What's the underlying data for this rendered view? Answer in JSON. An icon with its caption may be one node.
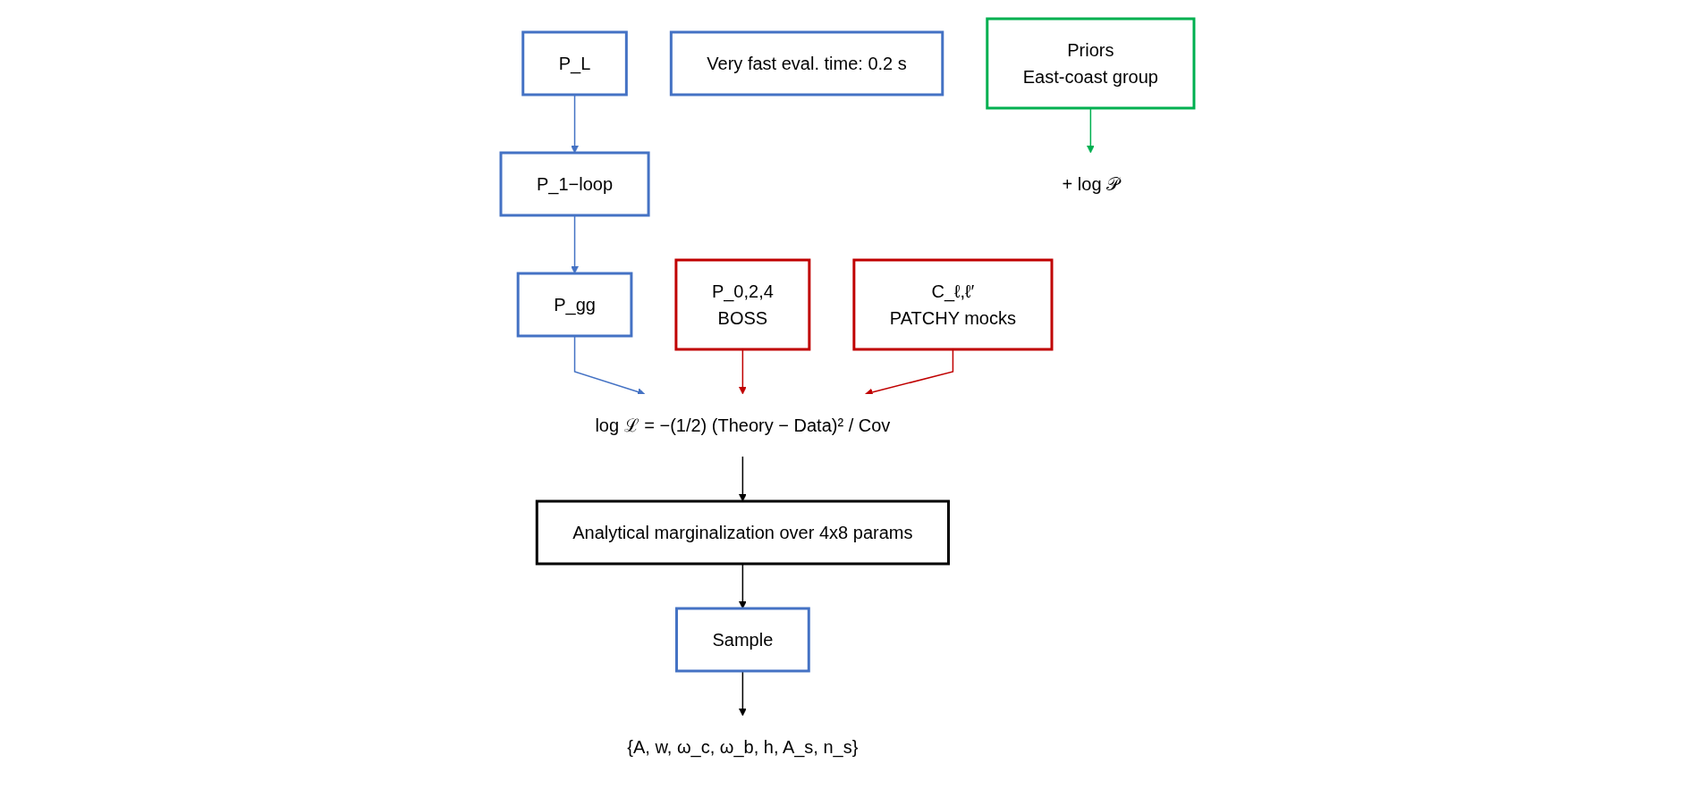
{
  "diagram": {
    "nodes": [
      {
        "text": [
          "P_L"
        ]
      },
      {
        "text": [
          "P_1−loop"
        ]
      },
      {
        "text": [
          "P_gg"
        ]
      },
      {
        "text": [
          "P_0,2,4",
          "BOSS"
        ]
      },
      {
        "text": [
          "C_ℓ,ℓ′",
          "PATCHY mocks"
        ]
      },
      {
        "text": [
          "log ℒ = −(1/2) (Theory − Data)² / Cov"
        ]
      },
      {
        "text": [
          "+ log 𝒫"
        ]
      },
      {
        "text": [
          "Very fast eval. time: 0.2 s"
        ]
      },
      {
        "text": [
          "Priors",
          "East-coast group"
        ]
      },
      {
        "text": [
          "Analytical marginalization over 4x8 params"
        ]
      },
      {
        "text": [
          "Sample"
        ]
      },
      {
        "text": [
          "{A, w, ω_c, ω_b, h, A_s, n_s}"
        ]
      }
    ],
    "edges": [
      {
        "from": 0,
        "to": 1,
        "arrow": "to",
        "color": "#4472c4"
      },
      {
        "from": 1,
        "to": 2,
        "arrow": "to",
        "color": "#4472c4"
      },
      {
        "from": 2,
        "to": 5,
        "arrow": "to",
        "color": "#4472c4"
      },
      {
        "from": 3,
        "to": 5,
        "arrow": "to",
        "color": "#c00000"
      },
      {
        "from": 4,
        "to": 5,
        "arrow": "to",
        "color": "#c00000"
      },
      {
        "from": 8,
        "to": 6,
        "arrow": "to",
        "color": "#00b050"
      },
      {
        "from": 5,
        "to": 9,
        "arrow": "to",
        "color": "#000000"
      },
      {
        "from": 9,
        "to": 10,
        "arrow": "to",
        "color": "#000000"
      },
      {
        "from": 10,
        "to": 11,
        "arrow": "to",
        "color": "#000000"
      }
    ]
  }
}
